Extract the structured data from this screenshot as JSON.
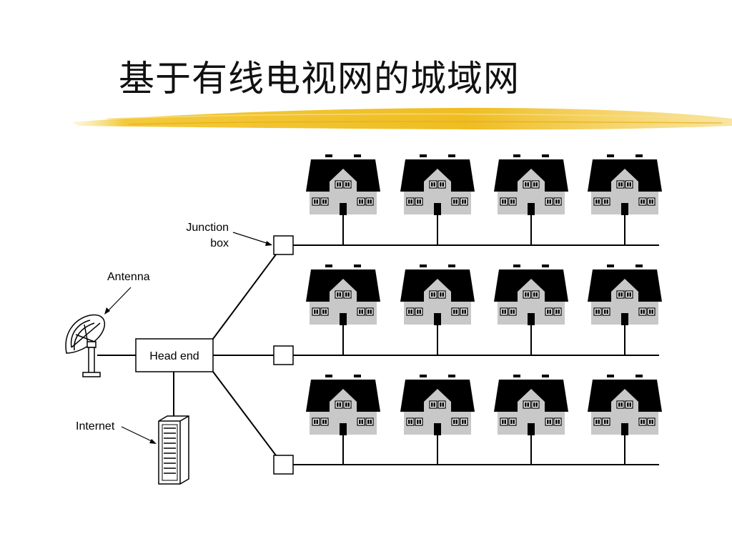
{
  "title": "基于有线电视网的城域网",
  "labels": {
    "junction_box_line1": "Junction",
    "junction_box_line2": "box",
    "antenna": "Antenna",
    "head_end": "Head end",
    "internet": "Internet"
  },
  "colors": {
    "title_underline": "#f2c22e",
    "house_roof": "#000000",
    "house_wall": "#c8c8c8",
    "line": "#000000"
  },
  "diagram": {
    "rows": 3,
    "houses_per_row": 4,
    "junction_boxes": 3
  }
}
